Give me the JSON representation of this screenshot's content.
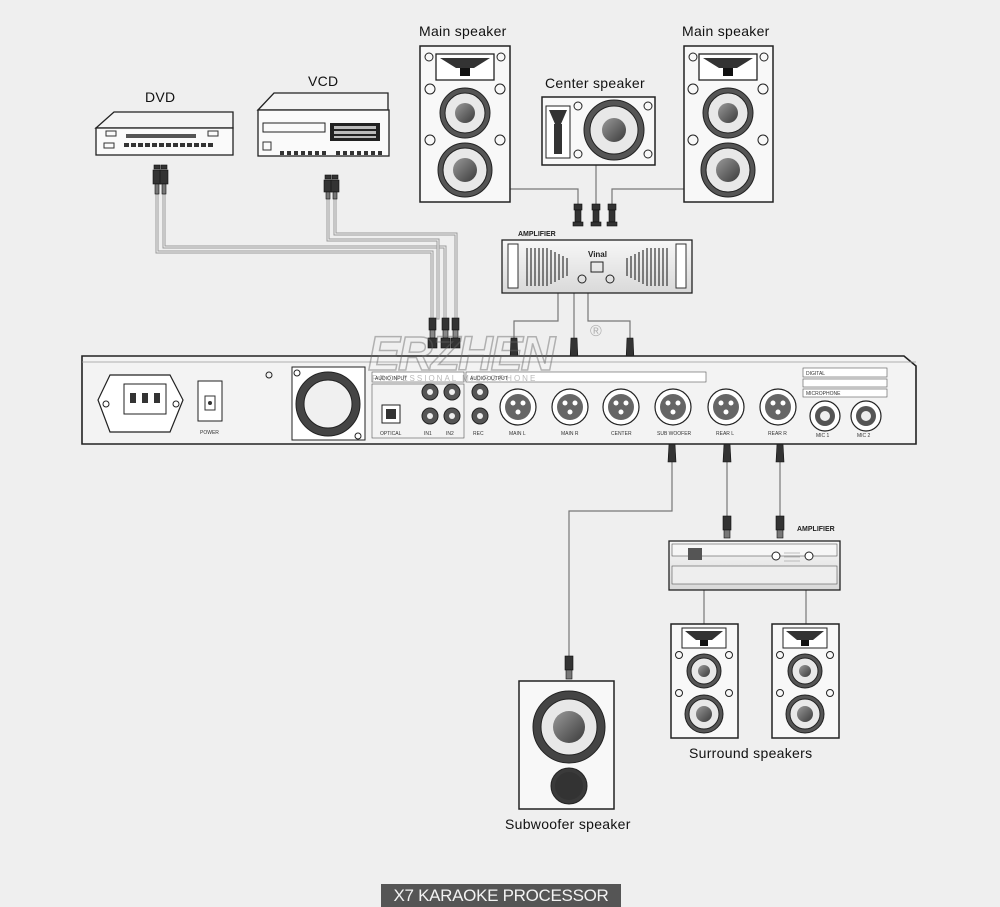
{
  "labels": {
    "dvd": "DVD",
    "vcd": "VCD",
    "main_speaker_left": "Main speaker",
    "main_speaker_right": "Main speaker",
    "center_speaker": "Center speaker",
    "amplifier_top": "AMPLIFIER",
    "amplifier_bottom": "AMPLIFIER",
    "subwoofer": "Subwoofer speaker",
    "surround": "Surround speakers"
  },
  "watermark": {
    "brand": "ERZHEN",
    "registered": "®",
    "tagline": "PROFESSIONAL MICROPHONE"
  },
  "amp_brand": "Vinal",
  "processor": {
    "panel_headers": {
      "audio_input": "AUDIO INPUT",
      "audio_output": "AUDIO OUTPUT",
      "digital": "DIGITAL",
      "microphone": "MICROPHONE"
    },
    "port_labels": {
      "power": "POWER",
      "optical": "OPTICAL",
      "in1": "IN1",
      "in2": "IN2",
      "rec": "REC",
      "main_l": "MAIN L",
      "main_r": "MAIN R",
      "center": "CENTER",
      "subwoofer": "SUB WOOFER",
      "rear_l": "REAR L",
      "rear_r": "REAR R",
      "mic1": "MIC 1",
      "mic2": "MIC 2"
    }
  },
  "footer_title": "X7 KARAOKE PROCESSOR"
}
